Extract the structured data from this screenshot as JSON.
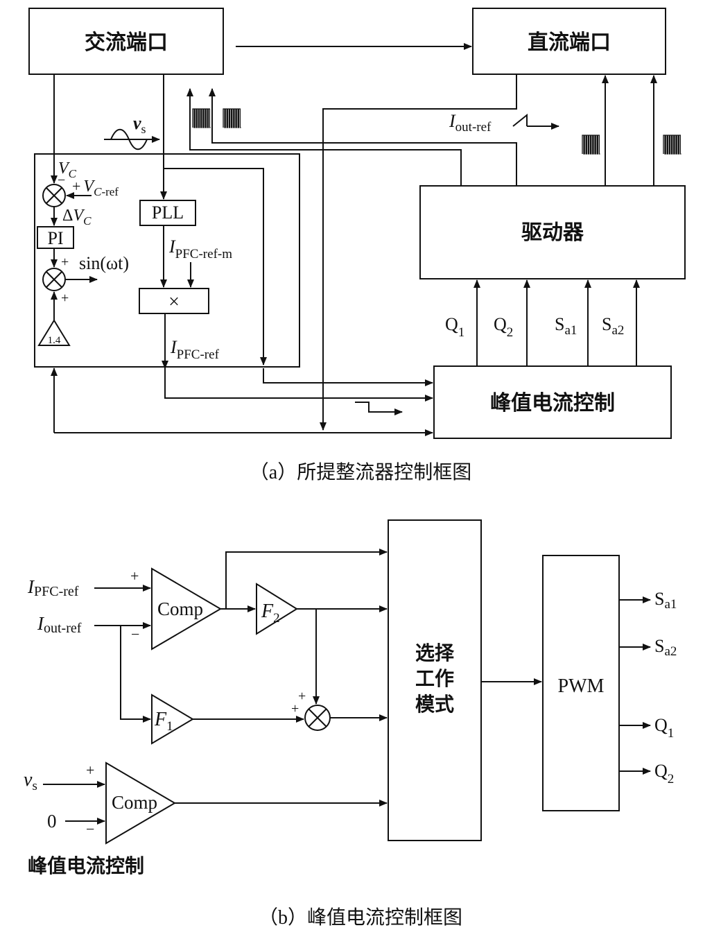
{
  "panel_a": {
    "caption": "（a）所提整流器控制框图",
    "blocks": {
      "ac_port": "交流端口",
      "dc_port": "直流端口",
      "driver": "驱动器",
      "peak_current_control": "峰值电流控制",
      "pll": "PLL",
      "pi": "PI",
      "gain": "1.4",
      "multiplier": "×"
    },
    "signals": {
      "vs_main": "v",
      "vs_sub": "s",
      "vc_main": "V",
      "vc_sub": "C",
      "vc_minus": "−",
      "vcref_plus": "+",
      "vcref_main": "V",
      "vcref_sub1": "C",
      "vcref_sub2": "-ref",
      "dvc_delta": "Δ",
      "dvc_main": "V",
      "dvc_sub": "C",
      "sum2_plus_top": "+",
      "sum2_plus_bottom": "+",
      "sin": "sin(ωt)",
      "ipfcrefm_main": "I",
      "ipfcrefm_sub": "PFC-ref-m",
      "ipfcref_main": "I",
      "ipfcref_sub": "PFC-ref",
      "ioutref_main": "I",
      "ioutref_sub": "out-ref",
      "q1_main": "Q",
      "q1_sub": "1",
      "q2_main": "Q",
      "q2_sub": "2",
      "sa1_main": "S",
      "sa1_sub": "a1",
      "sa2_main": "S",
      "sa2_sub": "a2"
    }
  },
  "panel_b": {
    "caption": "（b）峰值电流控制框图",
    "title": "峰值电流控制",
    "blocks": {
      "comp1": "Comp",
      "comp2": "Comp",
      "f2_main": "F",
      "f2_sub": "2",
      "f1_main": "F",
      "f1_sub": "1",
      "mode_select_line1": "选择",
      "mode_select_line2": "工作",
      "mode_select_line3": "模式",
      "pwm": "PWM"
    },
    "inputs": {
      "ipfcref_main": "I",
      "ipfcref_sub": "PFC-ref",
      "ioutref_main": "I",
      "ioutref_sub": "out-ref",
      "vs_main": "v",
      "vs_sub": "s",
      "zero": "0",
      "comp1_plus": "+",
      "comp1_minus": "−",
      "comp2_plus": "+",
      "comp2_minus": "−",
      "sum_plus_top": "+",
      "sum_plus_left": "+"
    },
    "outputs": {
      "sa1_main": "S",
      "sa1_sub": "a1",
      "sa2_main": "S",
      "sa2_sub": "a2",
      "q1_main": "Q",
      "q1_sub": "1",
      "q2_main": "Q",
      "q2_sub": "2"
    }
  },
  "colors": {
    "stroke": "#111111",
    "background": "#ffffff"
  }
}
